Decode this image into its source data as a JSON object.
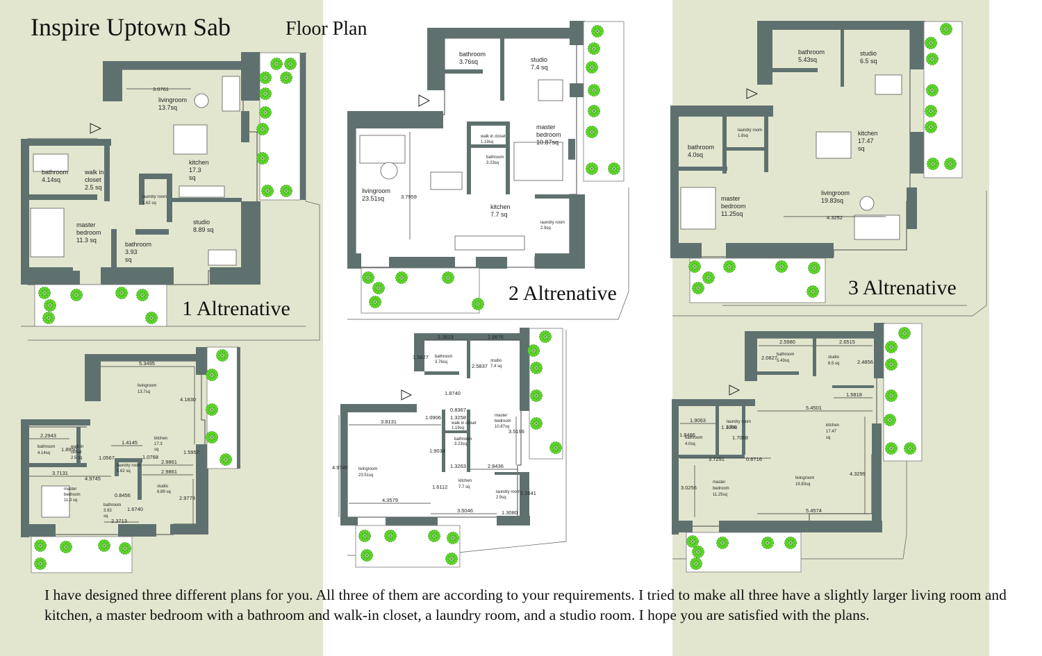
{
  "header": {
    "title": "Inspire Uptown Sab",
    "subtitle": "Floor Plan"
  },
  "alternatives": [
    {
      "label": "1 Altrenative",
      "rooms": {
        "living": [
          "livingroom",
          "13.7sq"
        ],
        "kitchen": [
          "kitchen",
          "17.3",
          "sq"
        ],
        "bath1": [
          "bathroom",
          "4.14sq"
        ],
        "closet": [
          "walk in",
          "closet",
          "2.5 sq"
        ],
        "laundry": [
          "laundry room",
          "1.62 sq"
        ],
        "studio": [
          "studio",
          "8.89 sq"
        ],
        "master": [
          "master",
          "bedroom",
          "11.3 sq"
        ],
        "bath2": [
          "bathroom",
          "3.93",
          "sq"
        ]
      },
      "dims_top": [
        "3.0761"
      ],
      "dims_bottom": [
        "5.3495",
        "4.1830",
        "2.2943",
        "1.8950",
        "1.4145",
        "1.0567",
        "1.0768",
        "2.9861",
        "1.5957",
        "2.9861",
        "3.7131",
        "4.9745",
        "0.8456",
        "2.9779",
        "1.6740",
        "2.3713"
      ],
      "bottom_rooms": {
        "living": [
          "livingroom",
          "13.7sq"
        ],
        "kitchen": [
          "kitchen",
          "17.3",
          "sq"
        ],
        "bath1": [
          "bathroom",
          "4.14sq"
        ],
        "closet": [
          "walk in",
          "closet",
          "2.5 sq"
        ],
        "laundry": [
          "laundry room",
          "1.62 sq"
        ],
        "studio": [
          "studio",
          "8.89 sq"
        ],
        "master": [
          "master",
          "bedroom",
          "11.3 sq"
        ],
        "bath2": [
          "bathroom",
          "3.93",
          "sq"
        ]
      }
    },
    {
      "label": "2 Altrenative",
      "rooms": {
        "bath1": [
          "bathroom",
          "3.76sq"
        ],
        "studio": [
          "studio",
          "7.4 sq"
        ],
        "master": [
          "master",
          "bedroom",
          "10.87sq"
        ],
        "closet": [
          "walk in closet",
          "1.19sq"
        ],
        "bath2": [
          "bathroom",
          "3.23sq"
        ],
        "living": [
          "livingroom",
          "23.51sq"
        ],
        "kitchen": [
          "kitchen",
          "7.7 sq"
        ],
        "laundry": [
          "laundry room",
          "2.9sq"
        ]
      },
      "dims_top": [
        "3.7959"
      ],
      "dims_bottom": [
        "2.3819",
        "2.8676",
        "1.5827",
        "2.5837",
        "1.8740",
        "0.8367",
        "1.0906",
        "1.3258",
        "3.8131",
        "3.5196",
        "1.9034",
        "1.3263",
        "2.8436",
        "4.9745",
        "1.6112",
        "2.2641",
        "4.3579",
        "3.5046",
        "1.3080"
      ],
      "bottom_rooms": {
        "bath1": [
          "bathroom",
          "3.76sq"
        ],
        "studio": [
          "studio",
          "7.4 sq"
        ],
        "master": [
          "master",
          "bedroom",
          "10.87sq"
        ],
        "closet": [
          "walk in closet",
          "1.19sq"
        ],
        "bath2": [
          "bathroom",
          "3.23sq"
        ],
        "living": [
          "livingroom",
          "23.51sq"
        ],
        "kitchen": [
          "kitchen",
          "7.7 sq"
        ],
        "laundry": [
          "laundry room",
          "2.9sq"
        ]
      }
    },
    {
      "label": "3 Altrenative",
      "rooms": {
        "bath1": [
          "bathroom",
          "5.43sq"
        ],
        "studio": [
          "studio",
          "6.5 sq"
        ],
        "kitchen": [
          "kitchen",
          "17.47",
          "sq"
        ],
        "laundry": [
          "laundry room",
          "1.8sq"
        ],
        "bath2": [
          "bathroom",
          "4.0sq"
        ],
        "master": [
          "master",
          "bedroom",
          "11.25sq"
        ],
        "living": [
          "livingroom",
          "19.83sq"
        ]
      },
      "dims_top": [
        "4.3252"
      ],
      "dims_bottom": [
        "2.5980",
        "2.6515",
        "2.0827",
        "2.4856",
        "1.5818",
        "5.4501",
        "1.9063",
        "1.1000",
        "1.8486",
        "1.7068",
        "3.7291",
        "0.6716",
        "3.0256",
        "4.3299",
        "5.4574"
      ],
      "bottom_rooms": {
        "bath1": [
          "bathroom",
          "5.43sq"
        ],
        "studio": [
          "studio",
          "6.5 sq"
        ],
        "kitchen": [
          "kitchen",
          "17.47",
          "sq"
        ],
        "laundry": [
          "laundry room",
          "1.8sq"
        ],
        "bath2": [
          "bathroom",
          "4.0sq"
        ],
        "master": [
          "master",
          "bedroom",
          "11.25sq"
        ],
        "living": [
          "livingroom",
          "19.83sq"
        ]
      }
    }
  ],
  "description": "I have designed three different plans for you. All three of them are according to your requirements. I tried to make all three have a slightly larger living room and kitchen, a master bedroom with a bathroom and walk-in closet, a laundry room, and a studio room. I hope you are satisfied with the plans.",
  "colors": {
    "panel": "#e3e6cf",
    "wall": "#5f716f",
    "plant": "#5ed62a",
    "background": "#ffffff"
  }
}
